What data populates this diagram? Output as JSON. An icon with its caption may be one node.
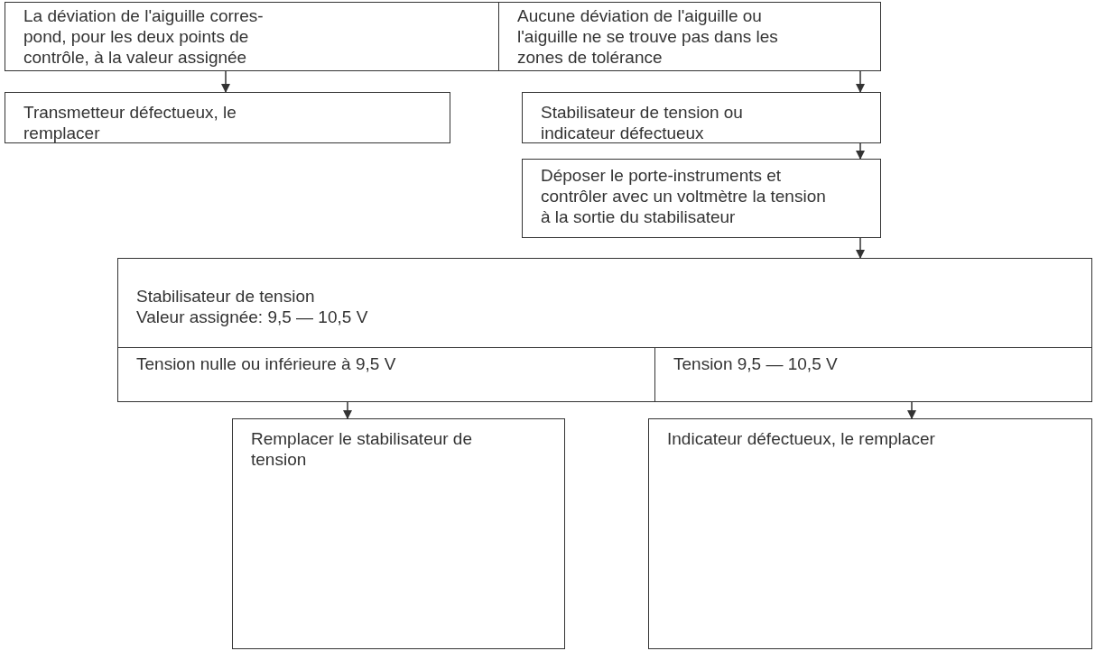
{
  "diagram": {
    "nodes": [
      {
        "text": [
          "La déviation de l'aiguille corres- pond, pour les deux points de contrôle, à la valeur assignée"
        ]
      },
      {
        "text": [
          "Aucune déviation de l'aiguille ou l'aiguille ne se trouve pas dans les zones de tolérance"
        ]
      },
      {
        "text": [
          "Transmetteur défectueux, le remplacer"
        ]
      },
      {
        "text": [
          "Stabilisateur de tension ou indicateur défectueux"
        ]
      },
      {
        "text": [
          "Déposer le porte-instruments et contrôler avec un voltmètre la tension à la sortie du stabilisateur"
        ]
      },
      {
        "text": [
          "Stabilisateur de tension",
          "Valeur assignée: 9,5 — 10,5 V"
        ]
      },
      {
        "text": [
          "Tension nulle ou inférieure à 9,5 V"
        ]
      },
      {
        "text": [
          "Tension 9,5 — 10,5 V"
        ]
      },
      {
        "text": [
          "Remplacer le stabilisateur de tension"
        ]
      },
      {
        "text": [
          "Indicateur défectueux, le remplacer"
        ]
      }
    ],
    "edges": [
      {
        "from": 0,
        "to": 2,
        "arrow": "to"
      },
      {
        "from": 1,
        "to": 3,
        "arrow": "to"
      },
      {
        "from": 3,
        "to": 4,
        "arrow": "to"
      },
      {
        "from": 4,
        "to": 5,
        "arrow": "to"
      },
      {
        "from": 6,
        "to": 8,
        "arrow": "to"
      },
      {
        "from": 7,
        "to": 9,
        "arrow": "to"
      }
    ]
  }
}
